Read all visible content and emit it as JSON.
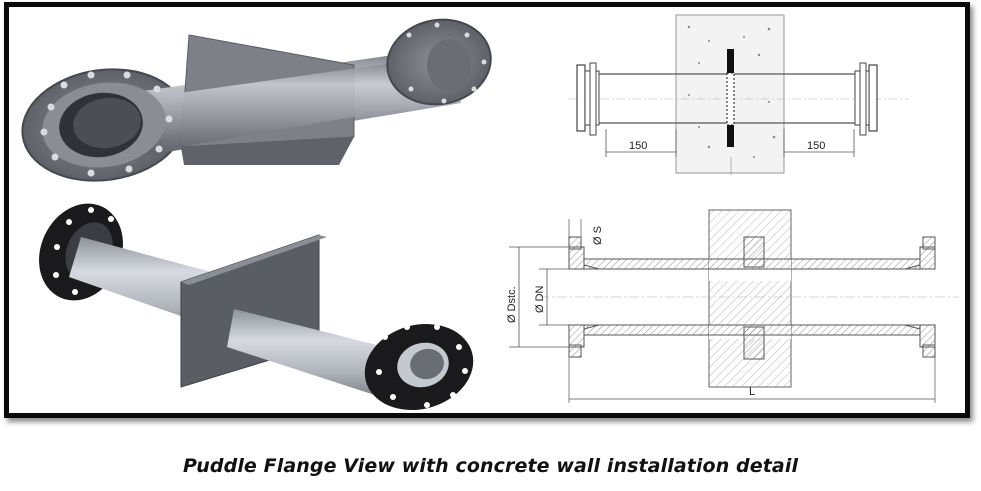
{
  "caption": "Puddle Flange View with concrete wall installation detail",
  "top_drawing": {
    "left_dimension": "150",
    "right_dimension": "150"
  },
  "bottom_drawing": {
    "label_s": "Ø S",
    "label_dstc": "Ø Dstc.",
    "label_dn": "Ø DN",
    "label_l": "L"
  },
  "colors": {
    "steel_light": "#b9bcc2",
    "steel_dark": "#6e7278",
    "coated_flange": "#1a1a1c",
    "plate": "#55585e",
    "frame": "#0a0a0a"
  }
}
